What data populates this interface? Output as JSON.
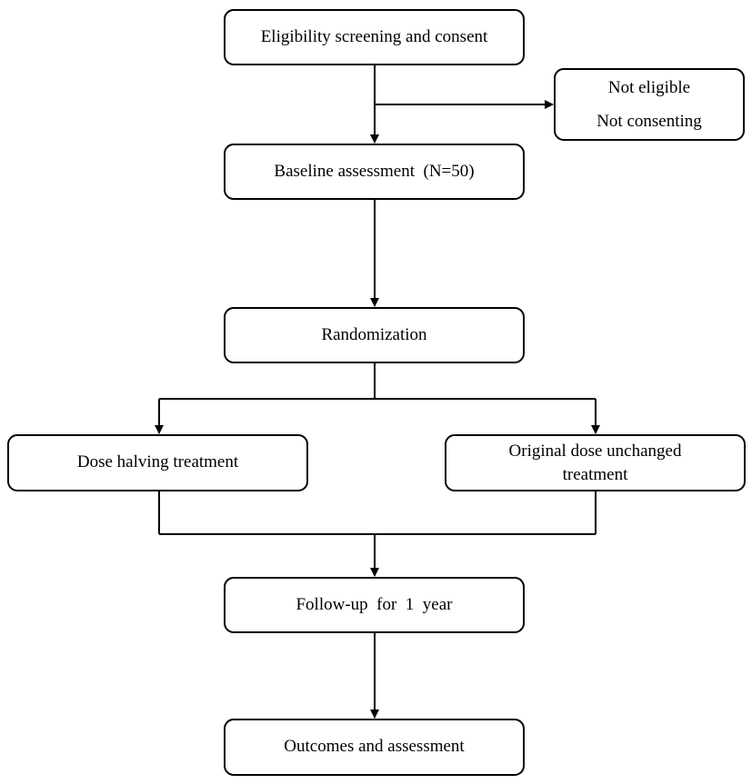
{
  "flowchart": {
    "screening": "Eligibility screening and consent",
    "excluded": {
      "line1": "Not eligible",
      "line2": "Not consenting"
    },
    "baseline": "Baseline assessment  (N=50)",
    "randomization": "Randomization",
    "arm_halving": "Dose halving treatment",
    "arm_original": {
      "line1": "Original dose unchanged",
      "line2": "treatment"
    },
    "follow_up": "Follow-up  for  1  year",
    "outcomes": "Outcomes and assessment"
  },
  "colors": {
    "stroke": "#000000",
    "background": "#ffffff"
  }
}
